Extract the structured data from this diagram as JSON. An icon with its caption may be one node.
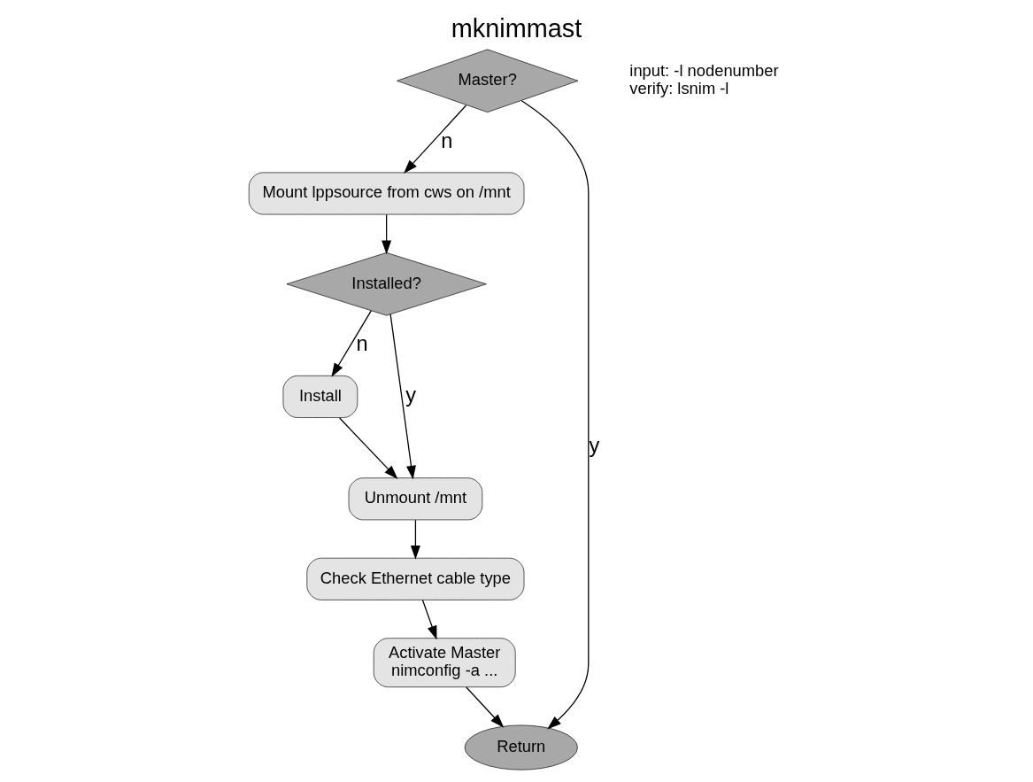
{
  "diagram": {
    "title": "mknimmast",
    "nodes": [
      {
        "text": [
          "Master?"
        ]
      },
      {
        "text": [
          "Mount lppsource from cws on /mnt"
        ]
      },
      {
        "text": [
          "Installed?"
        ]
      },
      {
        "text": [
          "Install"
        ]
      },
      {
        "text": [
          "Unmount /mnt"
        ]
      },
      {
        "text": [
          "Check Ethernet cable type"
        ]
      },
      {
        "text": [
          "Activate Master",
          "nimconfig -a ..."
        ]
      },
      {
        "text": [
          "Return"
        ]
      }
    ],
    "edges": [
      {
        "from": 0,
        "to": 7,
        "arrow": "to",
        "label": "y"
      },
      {
        "from": 0,
        "to": 1,
        "arrow": "to",
        "label": "n"
      },
      {
        "from": 1,
        "to": 2,
        "arrow": "to"
      },
      {
        "from": 2,
        "to": 3,
        "arrow": "to",
        "label": "n"
      },
      {
        "from": 2,
        "to": 4,
        "arrow": "to",
        "label": "y"
      },
      {
        "from": 3,
        "to": 4,
        "arrow": "to"
      },
      {
        "from": 4,
        "to": 5,
        "arrow": "to"
      },
      {
        "from": 5,
        "to": 6,
        "arrow": "to"
      },
      {
        "from": 6,
        "to": 7,
        "arrow": "to"
      }
    ],
    "labels": [
      "input: -l nodenumber",
      "verify: lsnim -l"
    ]
  }
}
